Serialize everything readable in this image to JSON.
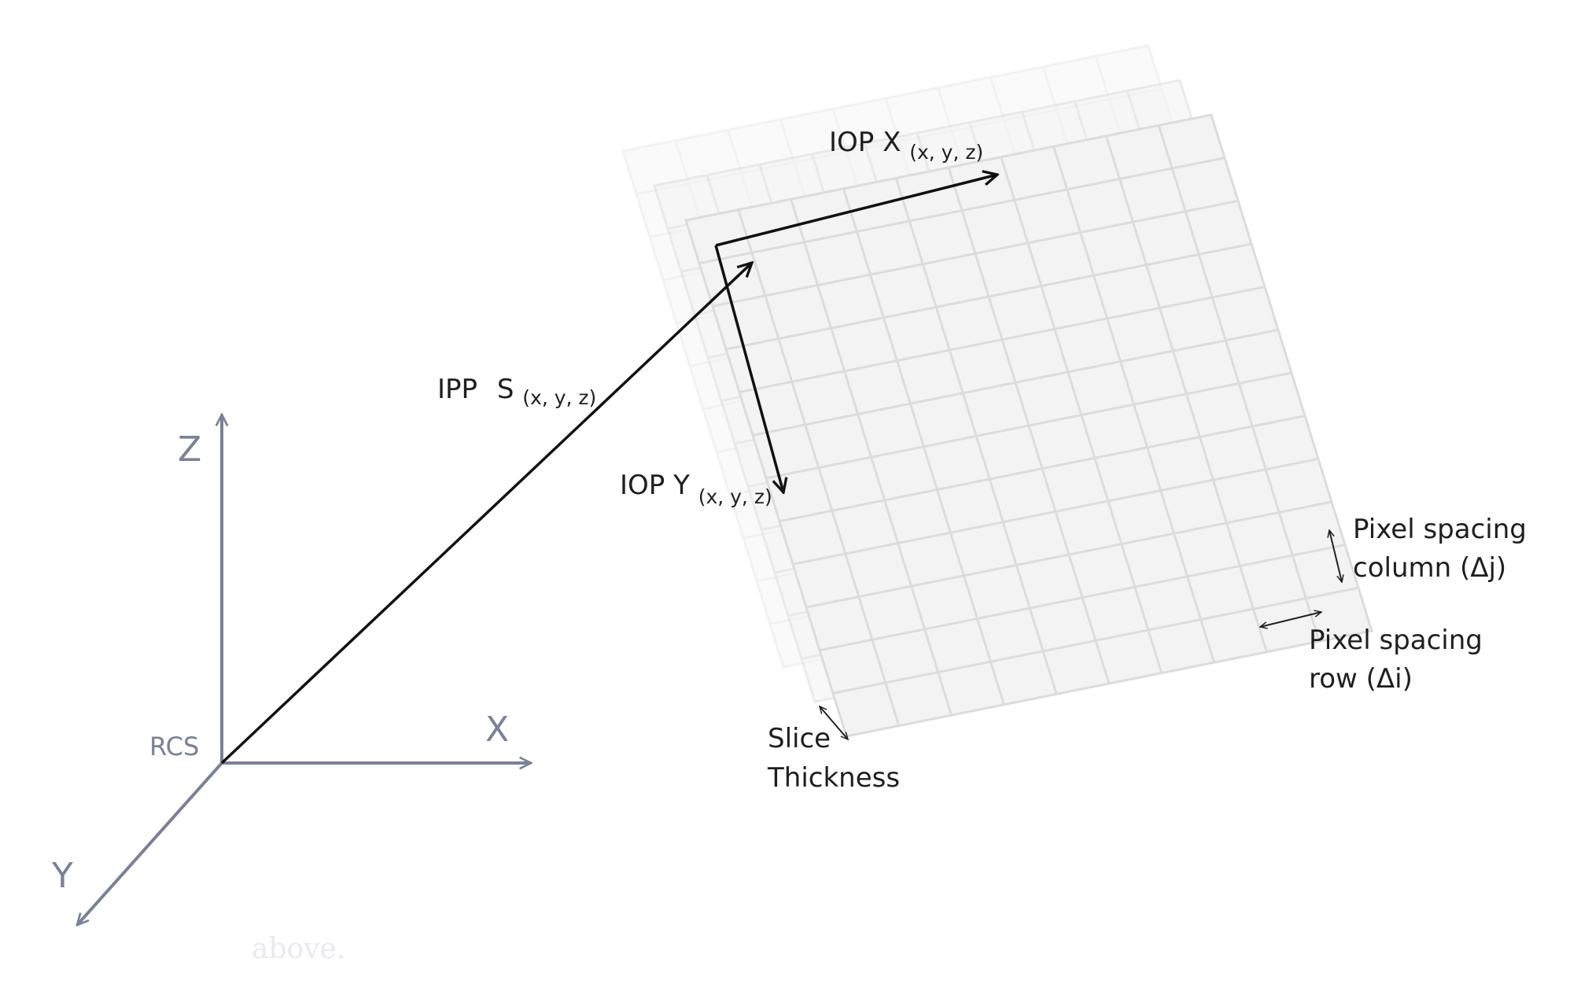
{
  "axes": {
    "z_label": "Z",
    "x_label": "X",
    "y_label": "Y",
    "origin_label": "RCS"
  },
  "vectors": {
    "ipp": {
      "label": "IPP",
      "symbol": "S",
      "subscript": "(x, y, z)"
    },
    "iop_x": {
      "label": "IOP X",
      "subscript": "(x, y, z)"
    },
    "iop_y": {
      "label": "IOP Y",
      "subscript": "(x, y, z)"
    }
  },
  "annotations": {
    "pixel_spacing_column": [
      "Pixel spacing",
      "column (Δj)"
    ],
    "pixel_spacing_row": [
      "Pixel spacing",
      "row (Δi)"
    ],
    "slice_thickness": [
      "Slice",
      "Thickness"
    ]
  },
  "footer_fragment": "above.",
  "colors": {
    "axis": "#7b8196",
    "vector": "#111111",
    "grid_line": "#dcdcdc",
    "grid_fill": "#f3f3f3"
  },
  "grid": {
    "columns": 10,
    "rows": 12,
    "slices": 3
  }
}
